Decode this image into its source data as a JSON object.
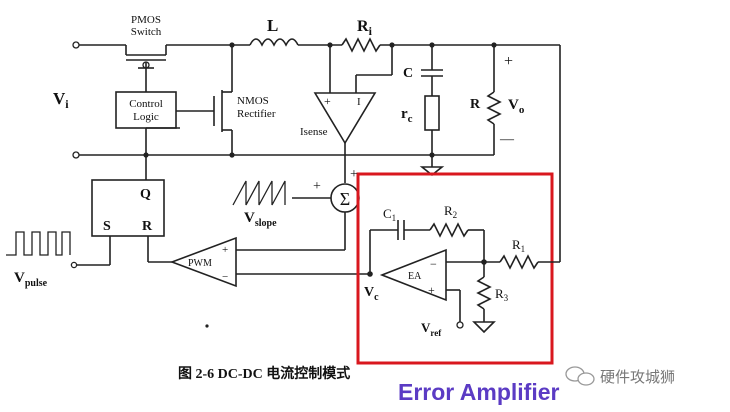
{
  "labels": {
    "pmos": "PMOS",
    "switch": "Switch",
    "inductor": "L",
    "ri_main": "R",
    "ri_sub": "i",
    "cap_c": "C",
    "rc_main": "r",
    "rc_sub": "c",
    "r_load": "R",
    "vo_main": "V",
    "vo_sub": "o",
    "plus": "+",
    "minus": "—",
    "vi_main": "V",
    "vi_sub": "i",
    "control_line1": "Control",
    "control_line2": "Logic",
    "nmos_line1": "NMOS",
    "nmos_line2": "Rectifier",
    "isense": "Isense",
    "sense_plus": "+",
    "sense_minus": "I",
    "sum_symbol": "Σ",
    "sum_plus_top": "+",
    "sum_plus_left": "+",
    "vslope_main": "V",
    "vslope_sub": "slope",
    "q": "Q",
    "s": "S",
    "r": "R",
    "pwm": "PWM",
    "pwm_plus": "+",
    "pwm_minus": "−",
    "vpulse_main": "V",
    "vpulse_sub": "pulse",
    "c1_main": "C",
    "c1_sub": "1",
    "r2_main": "R",
    "r2_sub": "2",
    "r1_main": "R",
    "r1_sub": "1",
    "ea": "EA",
    "ea_minus": "−",
    "ea_plus": "+",
    "vc_main": "V",
    "vc_sub": "c",
    "r3_main": "R",
    "r3_sub": "3",
    "vref_main": "V",
    "vref_sub": "ref"
  },
  "caption": "图 2-6 DC-DC 电流控制模式",
  "highlight_label": "Error Amplifier",
  "watermark": "硬件攻城狮",
  "colors": {
    "highlight_box": "#d9171e",
    "highlight_text": "#5b3bc4",
    "line": "#222222"
  }
}
